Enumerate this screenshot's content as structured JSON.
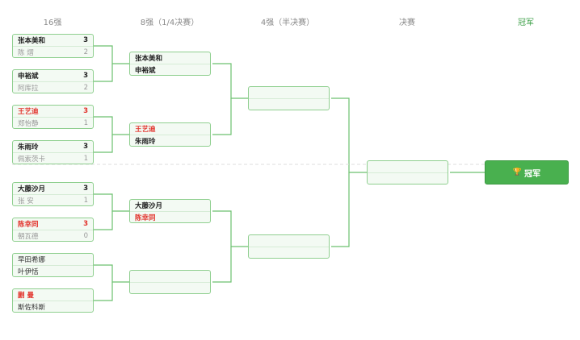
{
  "rounds": [
    "16强",
    "8强（1/4决赛）",
    "4强（半决赛）",
    "决赛",
    "冠军"
  ],
  "round_of_16": [
    {
      "p1": {
        "name": "张本美和",
        "score": "3",
        "state": "win"
      },
      "p2": {
        "name": "陈 熠",
        "score": "2",
        "state": "lose"
      }
    },
    {
      "p1": {
        "name": "申裕斌",
        "score": "3",
        "state": "win"
      },
      "p2": {
        "name": "阿库拉",
        "score": "2",
        "state": "lose"
      }
    },
    {
      "p1": {
        "name": "王艺迪",
        "score": "3",
        "state": "red"
      },
      "p2": {
        "name": "郑怡静",
        "score": "1",
        "state": "lose"
      }
    },
    {
      "p1": {
        "name": "朱雨玲",
        "score": "3",
        "state": "win"
      },
      "p2": {
        "name": "佩索茨卡",
        "score": "1",
        "state": "lose"
      }
    },
    {
      "p1": {
        "name": "大藤沙月",
        "score": "3",
        "state": "win"
      },
      "p2": {
        "name": "张 安",
        "score": "1",
        "state": "lose"
      }
    },
    {
      "p1": {
        "name": "陈幸同",
        "score": "3",
        "state": "red"
      },
      "p2": {
        "name": "朝瓦德",
        "score": "0",
        "state": "lose"
      }
    },
    {
      "p1": {
        "name": "早田希娜",
        "score": "",
        "state": "plain"
      },
      "p2": {
        "name": "叶伊恬",
        "score": "",
        "state": "plain"
      }
    },
    {
      "p1": {
        "name": "蒯 曼",
        "score": "",
        "state": "red"
      },
      "p2": {
        "name": "斯佐科斯",
        "score": "",
        "state": "plain"
      }
    }
  ],
  "quarterfinals": [
    {
      "p1": {
        "name": "张本美和",
        "state": "win"
      },
      "p2": {
        "name": "申裕斌",
        "state": "win"
      }
    },
    {
      "p1": {
        "name": "王艺迪",
        "state": "red"
      },
      "p2": {
        "name": "朱雨玲",
        "state": "win"
      }
    },
    {
      "p1": {
        "name": "大藤沙月",
        "state": "win"
      },
      "p2": {
        "name": "陈幸同",
        "state": "red"
      }
    },
    {
      "p1": {
        "name": "",
        "state": "plain"
      },
      "p2": {
        "name": "",
        "state": "plain"
      }
    }
  ],
  "champion": {
    "label": "冠军",
    "icon": "trophy-icon"
  },
  "colors": {
    "accent": "#49b04f",
    "border": "#8fcf8f",
    "win_red": "#e2322b"
  }
}
